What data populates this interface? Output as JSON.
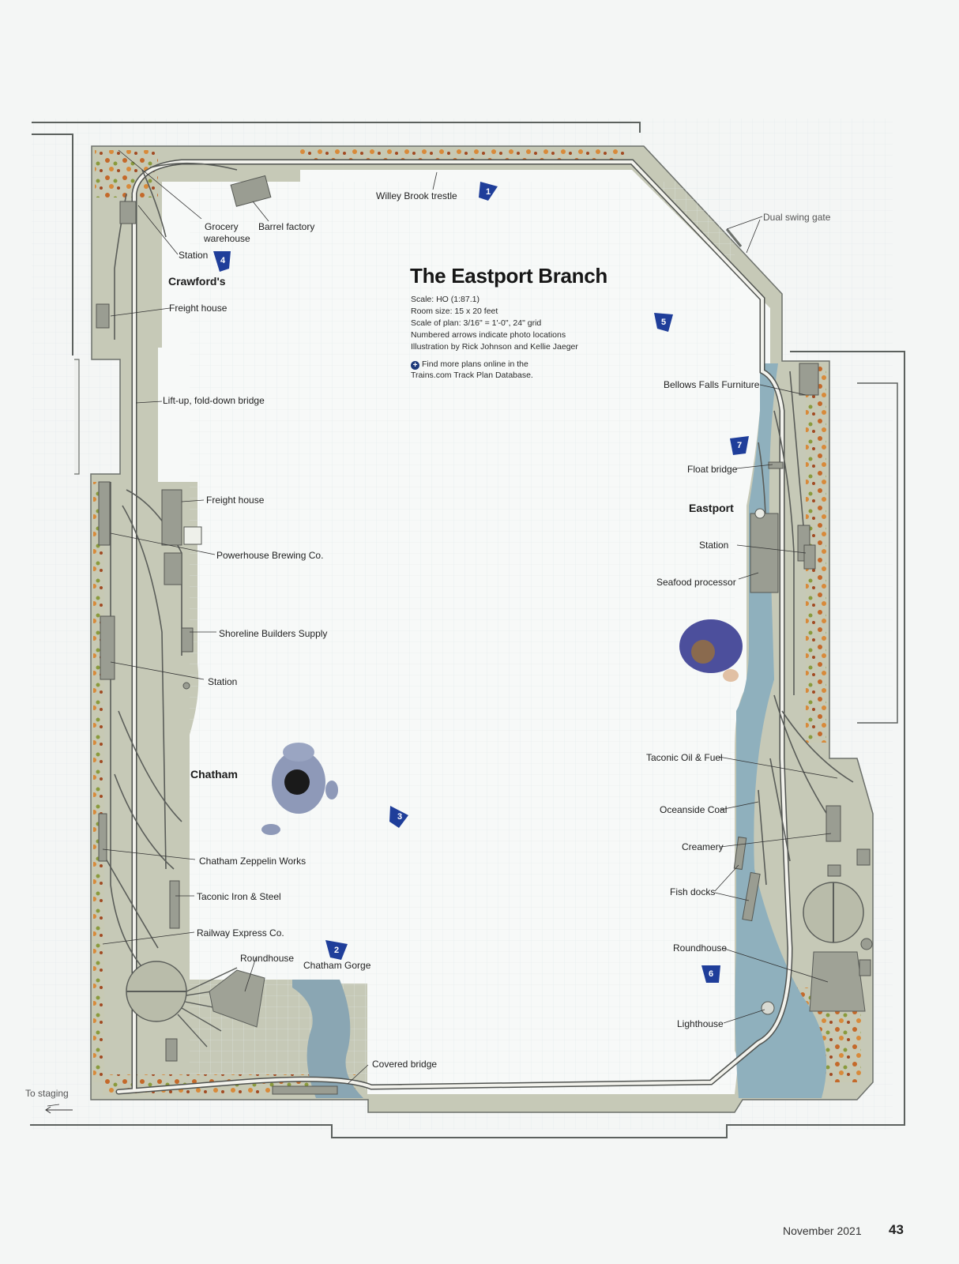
{
  "plan": {
    "title": "The Eastport Branch",
    "info_lines": [
      "Scale: HO (1:87.1)",
      "Room size: 15 x 20 feet",
      "Scale of plan: 3/16\" = 1'-0\", 24\" grid",
      "Numbered arrows indicate photo locations",
      "Illustration by Rick Johnson and Kellie Jaeger"
    ],
    "promo_lines": [
      "Find more plans online in the",
      "Trains.com Track Plan Database."
    ]
  },
  "towns": {
    "crawfords": "Crawford's",
    "chatham": "Chatham",
    "eastport": "Eastport"
  },
  "labels": {
    "willey_brook_trestle": "Willey Brook trestle",
    "grocery_warehouse_1": "Grocery",
    "grocery_warehouse_2": "warehouse",
    "barrel_factory": "Barrel factory",
    "station_crawfords": "Station",
    "freight_house_crawfords": "Freight house",
    "lift_up_bridge": "Lift-up, fold-down bridge",
    "dual_swing_gate": "Dual swing gate",
    "bellows_falls": "Bellows Falls Furniture",
    "float_bridge": "Float bridge",
    "station_eastport": "Station",
    "seafood_processor": "Seafood processor",
    "freight_house_chatham": "Freight house",
    "powerhouse_brewing": "Powerhouse Brewing Co.",
    "shoreline_builders": "Shoreline Builders Supply",
    "station_chatham": "Station",
    "chatham_zeppelin": "Chatham Zeppelin Works",
    "taconic_iron": "Taconic Iron & Steel",
    "railway_express": "Railway Express Co.",
    "roundhouse_chatham": "Roundhouse",
    "chatham_gorge": "Chatham Gorge",
    "covered_bridge": "Covered bridge",
    "to_staging": "To staging",
    "taconic_oil": "Taconic Oil & Fuel",
    "oceanside_coal": "Oceanside Coal",
    "creamery": "Creamery",
    "fish_docks": "Fish docks",
    "roundhouse_eastport": "Roundhouse",
    "lighthouse": "Lighthouse"
  },
  "markers": [
    "1",
    "2",
    "3",
    "4",
    "5",
    "6",
    "7"
  ],
  "footer": {
    "date": "November 2021",
    "page": "43"
  },
  "colors": {
    "scenery": "#c9cbb8",
    "water": "#8fb1bf",
    "track": "#f2f2ec",
    "rail_edge": "#4d4f4a",
    "marker": "#1f3e9a",
    "foliage": "#c66a2a"
  }
}
